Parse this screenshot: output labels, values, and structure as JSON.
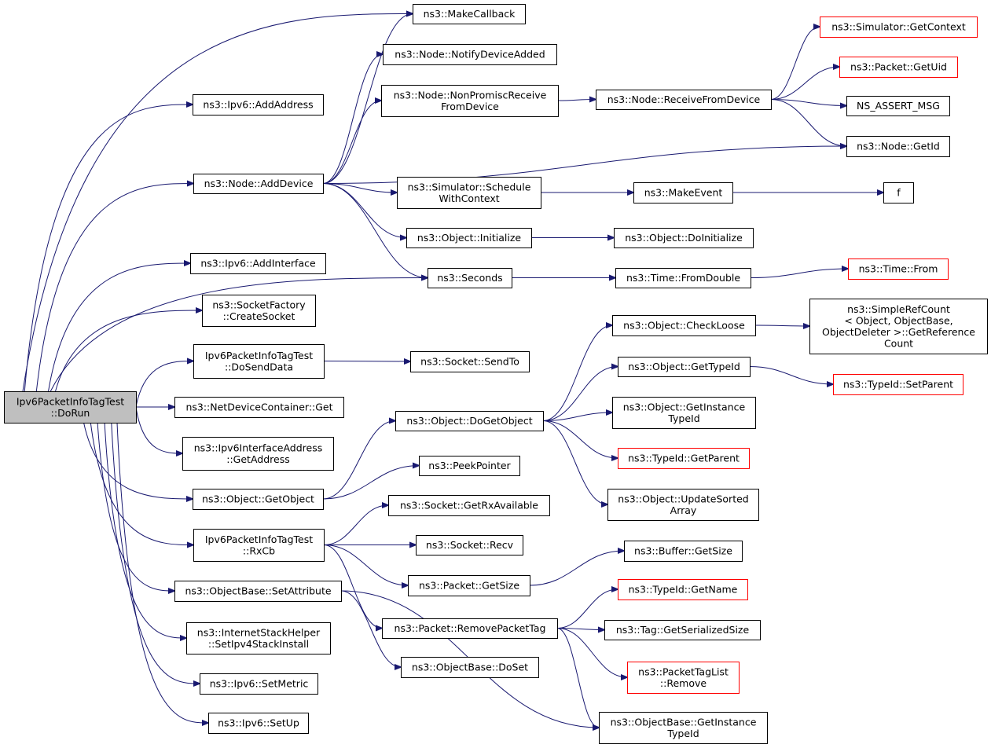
{
  "colors": {
    "edge": "#191970",
    "root_fill": "#bfbfbf",
    "node_fill": "#ffffff",
    "node_border": "#000000",
    "truncated_border": "#ff0000"
  },
  "nodes": {
    "root": {
      "lines": [
        "Ipv6PacketInfoTagTest",
        "::DoRun"
      ],
      "truncated": false
    },
    "make_callback": {
      "lines": [
        "ns3::MakeCallback"
      ],
      "truncated": false
    },
    "notify_device_added": {
      "lines": [
        "ns3::Node::NotifyDeviceAdded"
      ],
      "truncated": false
    },
    "non_promisc": {
      "lines": [
        "ns3::Node::NonPromiscReceive",
        "FromDevice"
      ],
      "truncated": false
    },
    "ipv6_add_address": {
      "lines": [
        "ns3::Ipv6::AddAddress"
      ],
      "truncated": false
    },
    "receive_from_device": {
      "lines": [
        "ns3::Node::ReceiveFromDevice"
      ],
      "truncated": false
    },
    "sim_get_context": {
      "lines": [
        "ns3::Simulator::GetContext"
      ],
      "truncated": true
    },
    "packet_get_uid": {
      "lines": [
        "ns3::Packet::GetUid"
      ],
      "truncated": true
    },
    "ns_assert_msg": {
      "lines": [
        "NS_ASSERT_MSG"
      ],
      "truncated": false
    },
    "node_get_id": {
      "lines": [
        "ns3::Node::GetId"
      ],
      "truncated": false
    },
    "node_add_device": {
      "lines": [
        "ns3::Node::AddDevice"
      ],
      "truncated": false
    },
    "schedule_with_context": {
      "lines": [
        "ns3::Simulator::Schedule",
        "WithContext"
      ],
      "truncated": false
    },
    "make_event": {
      "lines": [
        "ns3::MakeEvent"
      ],
      "truncated": false
    },
    "f": {
      "lines": [
        "f"
      ],
      "truncated": false
    },
    "object_initialize": {
      "lines": [
        "ns3::Object::Initialize"
      ],
      "truncated": false
    },
    "object_do_initialize": {
      "lines": [
        "ns3::Object::DoInitialize"
      ],
      "truncated": false
    },
    "ipv6_add_interface": {
      "lines": [
        "ns3::Ipv6::AddInterface"
      ],
      "truncated": false
    },
    "seconds": {
      "lines": [
        "ns3::Seconds"
      ],
      "truncated": false
    },
    "time_from_double": {
      "lines": [
        "ns3::Time::FromDouble"
      ],
      "truncated": false
    },
    "time_from": {
      "lines": [
        "ns3::Time::From"
      ],
      "truncated": true
    },
    "socket_factory_create": {
      "lines": [
        "ns3::SocketFactory",
        "::CreateSocket"
      ],
      "truncated": false
    },
    "simple_ref_count": {
      "lines": [
        "ns3::SimpleRefCount",
        "< Object, ObjectBase,",
        " ObjectDeleter >::GetReference",
        "Count"
      ],
      "truncated": false
    },
    "check_loose": {
      "lines": [
        "ns3::Object::CheckLoose"
      ],
      "truncated": false
    },
    "do_send_data": {
      "lines": [
        "Ipv6PacketInfoTagTest",
        "::DoSendData"
      ],
      "truncated": false
    },
    "socket_send_to": {
      "lines": [
        "ns3::Socket::SendTo"
      ],
      "truncated": false
    },
    "object_get_type_id": {
      "lines": [
        "ns3::Object::GetTypeId"
      ],
      "truncated": false
    },
    "typeid_set_parent": {
      "lines": [
        "ns3::TypeId::SetParent"
      ],
      "truncated": true
    },
    "ndc_get": {
      "lines": [
        "ns3::NetDeviceContainer::Get"
      ],
      "truncated": false
    },
    "object_do_get_object": {
      "lines": [
        "ns3::Object::DoGetObject"
      ],
      "truncated": false
    },
    "object_get_instance_typeid": {
      "lines": [
        "ns3::Object::GetInstance",
        "TypeId"
      ],
      "truncated": false
    },
    "ipv6_iface_get_address": {
      "lines": [
        "ns3::Ipv6InterfaceAddress",
        "::GetAddress"
      ],
      "truncated": false
    },
    "typeid_get_parent": {
      "lines": [
        "ns3::TypeId::GetParent"
      ],
      "truncated": true
    },
    "peek_pointer": {
      "lines": [
        "ns3::PeekPointer"
      ],
      "truncated": false
    },
    "object_get_object": {
      "lines": [
        "ns3::Object::GetObject"
      ],
      "truncated": false
    },
    "update_sorted_array": {
      "lines": [
        "ns3::Object::UpdateSorted",
        "Array"
      ],
      "truncated": false
    },
    "socket_get_rx_available": {
      "lines": [
        "ns3::Socket::GetRxAvailable"
      ],
      "truncated": false
    },
    "rx_cb": {
      "lines": [
        "Ipv6PacketInfoTagTest",
        "::RxCb"
      ],
      "truncated": false
    },
    "socket_recv": {
      "lines": [
        "ns3::Socket::Recv"
      ],
      "truncated": false
    },
    "buffer_get_size": {
      "lines": [
        "ns3::Buffer::GetSize"
      ],
      "truncated": false
    },
    "packet_get_size": {
      "lines": [
        "ns3::Packet::GetSize"
      ],
      "truncated": false
    },
    "set_attribute": {
      "lines": [
        "ns3::ObjectBase::SetAttribute"
      ],
      "truncated": false
    },
    "typeid_get_name": {
      "lines": [
        "ns3::TypeId::GetName"
      ],
      "truncated": true
    },
    "remove_packet_tag": {
      "lines": [
        "ns3::Packet::RemovePacketTag"
      ],
      "truncated": false
    },
    "tag_get_serialized_size": {
      "lines": [
        "ns3::Tag::GetSerializedSize"
      ],
      "truncated": false
    },
    "set_ipv4_stack_install": {
      "lines": [
        "ns3::InternetStackHelper",
        "::SetIpv4StackInstall"
      ],
      "truncated": false
    },
    "object_base_do_set": {
      "lines": [
        "ns3::ObjectBase::DoSet"
      ],
      "truncated": false
    },
    "packet_tag_list_remove": {
      "lines": [
        "ns3::PacketTagList",
        "::Remove"
      ],
      "truncated": true
    },
    "ipv6_set_metric": {
      "lines": [
        "ns3::Ipv6::SetMetric"
      ],
      "truncated": false
    },
    "objectbase_get_instance_typeid": {
      "lines": [
        "ns3::ObjectBase::GetInstance",
        "TypeId"
      ],
      "truncated": false
    },
    "ipv6_set_up": {
      "lines": [
        "ns3::Ipv6::SetUp"
      ],
      "truncated": false
    }
  },
  "edges": [
    [
      "root",
      "ipv6_add_address"
    ],
    [
      "root",
      "node_add_device"
    ],
    [
      "root",
      "make_callback"
    ],
    [
      "root",
      "ipv6_add_interface"
    ],
    [
      "root",
      "socket_factory_create"
    ],
    [
      "root",
      "do_send_data"
    ],
    [
      "root",
      "ndc_get"
    ],
    [
      "root",
      "ipv6_iface_get_address"
    ],
    [
      "root",
      "object_get_object"
    ],
    [
      "root",
      "rx_cb"
    ],
    [
      "root",
      "set_attribute"
    ],
    [
      "root",
      "set_ipv4_stack_install"
    ],
    [
      "root",
      "ipv6_set_metric"
    ],
    [
      "root",
      "ipv6_set_up"
    ],
    [
      "root",
      "seconds"
    ],
    [
      "node_add_device",
      "make_callback"
    ],
    [
      "node_add_device",
      "notify_device_added"
    ],
    [
      "node_add_device",
      "non_promisc"
    ],
    [
      "node_add_device",
      "node_get_id"
    ],
    [
      "node_add_device",
      "schedule_with_context"
    ],
    [
      "node_add_device",
      "object_initialize"
    ],
    [
      "node_add_device",
      "seconds"
    ],
    [
      "non_promisc",
      "receive_from_device"
    ],
    [
      "receive_from_device",
      "sim_get_context"
    ],
    [
      "receive_from_device",
      "packet_get_uid"
    ],
    [
      "receive_from_device",
      "ns_assert_msg"
    ],
    [
      "receive_from_device",
      "node_get_id"
    ],
    [
      "schedule_with_context",
      "make_event"
    ],
    [
      "make_event",
      "f"
    ],
    [
      "object_initialize",
      "object_do_initialize"
    ],
    [
      "seconds",
      "time_from_double"
    ],
    [
      "time_from_double",
      "time_from"
    ],
    [
      "do_send_data",
      "socket_send_to"
    ],
    [
      "object_get_object",
      "object_do_get_object"
    ],
    [
      "object_get_object",
      "peek_pointer"
    ],
    [
      "object_do_get_object",
      "check_loose"
    ],
    [
      "object_do_get_object",
      "object_get_type_id"
    ],
    [
      "object_do_get_object",
      "object_get_instance_typeid"
    ],
    [
      "object_do_get_object",
      "typeid_get_parent"
    ],
    [
      "object_do_get_object",
      "update_sorted_array"
    ],
    [
      "check_loose",
      "simple_ref_count"
    ],
    [
      "object_get_type_id",
      "typeid_set_parent"
    ],
    [
      "rx_cb",
      "socket_get_rx_available"
    ],
    [
      "rx_cb",
      "socket_recv"
    ],
    [
      "rx_cb",
      "packet_get_size"
    ],
    [
      "rx_cb",
      "remove_packet_tag"
    ],
    [
      "packet_get_size",
      "buffer_get_size"
    ],
    [
      "remove_packet_tag",
      "typeid_get_name"
    ],
    [
      "remove_packet_tag",
      "tag_get_serialized_size"
    ],
    [
      "remove_packet_tag",
      "packet_tag_list_remove"
    ],
    [
      "remove_packet_tag",
      "objectbase_get_instance_typeid"
    ],
    [
      "set_attribute",
      "object_base_do_set"
    ],
    [
      "set_attribute",
      "objectbase_get_instance_typeid"
    ]
  ]
}
